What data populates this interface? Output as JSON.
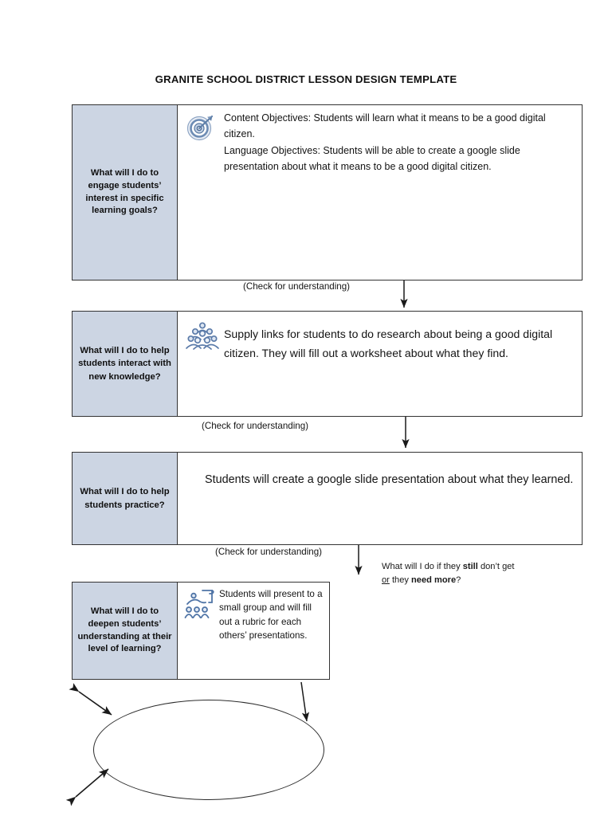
{
  "document": {
    "title": "GRANITE SCHOOL DISTRICT LESSON DESIGN TEMPLATE"
  },
  "colors": {
    "label_fill": "#ccd5e3",
    "border": "#333333",
    "icon_blue": "#5a7aa8",
    "text": "#141414"
  },
  "rows": [
    {
      "id": "engage",
      "label": "What will I do to engage students’ interest in specific\nlearning goals?",
      "icon": "target-bullseye-icon",
      "text": "Content Objectives: Students will learn what it means to be a good digital citizen.\nLanguage Objectives: Students will be able to create a google slide presentation about what it means to be a good digital citizen."
    },
    {
      "id": "interact",
      "label": "What will I do to help students interact with new knowledge?",
      "icon": "group-of-people-icon",
      "text": "Supply links for students to do research about being a good digital citizen. They will fill out a worksheet about what they find."
    },
    {
      "id": "practice",
      "label": "What will I do to help students practice?",
      "icon": "none",
      "text": "Students will create a google slide presentation about what they learned."
    },
    {
      "id": "deepen",
      "label": "What will I do to deepen students’ understanding at their level of learning?",
      "icon": "presenter-audience-icon",
      "text": "Students will present to a small group and will fill out a rubric for each others’ presentations."
    }
  ],
  "checks": [
    {
      "label": "(Check for understanding)"
    },
    {
      "label": "(Check for understanding)"
    },
    {
      "label": "(Check for understanding)"
    }
  ],
  "reteach": {
    "line1_part1": "What will I do if they ",
    "line1_bold": "still",
    "line1_part2": " don’t get",
    "line2_underline": "or",
    "line2_part1": " they ",
    "line2_bold": "need more",
    "line2_part2": "?"
  },
  "ellipse": {
    "name": "empty-ellipse",
    "text": ""
  }
}
